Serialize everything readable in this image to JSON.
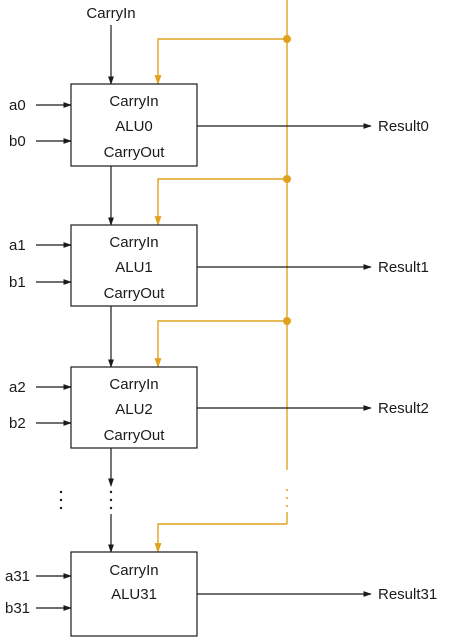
{
  "diagram": {
    "top_carry_in": "CarryIn",
    "alus": [
      {
        "in_a": "a0",
        "in_b": "b0",
        "carry_in": "CarryIn",
        "name": "ALU0",
        "carry_out": "CarryOut",
        "result": "Result0"
      },
      {
        "in_a": "a1",
        "in_b": "b1",
        "carry_in": "CarryIn",
        "name": "ALU1",
        "carry_out": "CarryOut",
        "result": "Result1"
      },
      {
        "in_a": "a2",
        "in_b": "b2",
        "carry_in": "CarryIn",
        "name": "ALU2",
        "carry_out": "CarryOut",
        "result": "Result2"
      },
      {
        "in_a": "a31",
        "in_b": "b31",
        "carry_in": "CarryIn",
        "name": "ALU31",
        "result": "Result31"
      }
    ],
    "colors": {
      "line": "#1a1a1a",
      "operation_line": "#e0a21e"
    }
  }
}
